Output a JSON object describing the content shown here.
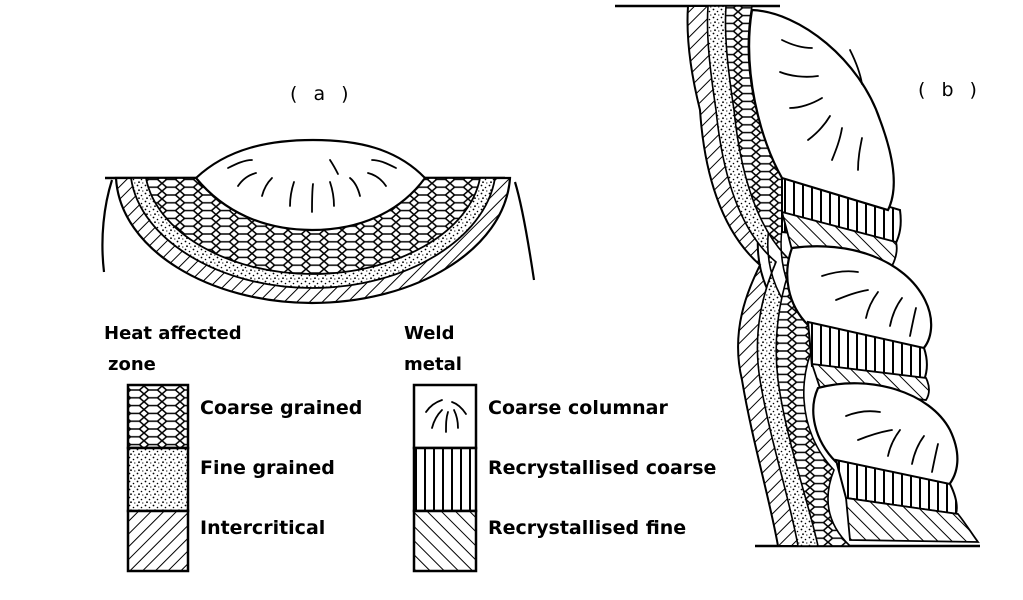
{
  "panels": {
    "a": "( a )",
    "b": "( b )"
  },
  "legend": {
    "haz_heading_line1": "Heat affected",
    "haz_heading_line2": "zone",
    "weld_heading_line1": "Weld",
    "weld_heading_line2": "metal",
    "haz_items": [
      "Coarse grained",
      "Fine grained",
      "Intercritical"
    ],
    "weld_items": [
      "Coarse columnar",
      "Recrystallised coarse",
      "Recrystallised fine"
    ]
  },
  "colors": {
    "ink": "#000000",
    "paper": "#ffffff"
  }
}
